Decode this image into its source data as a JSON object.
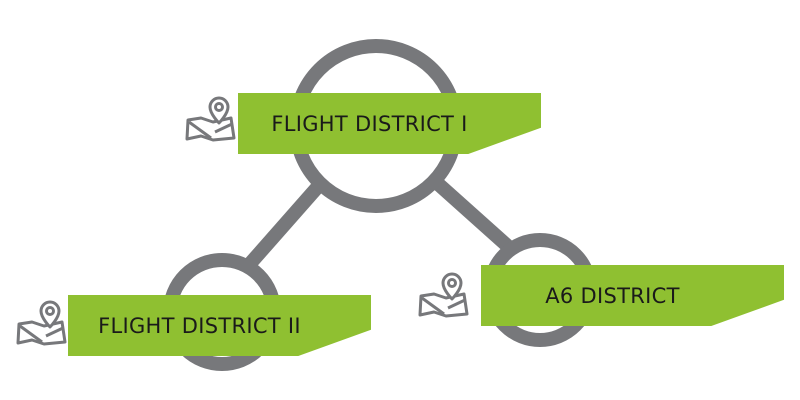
{
  "nodes": [
    {
      "label": "FLIGHT DISTRICT I",
      "icon": "map-pin-icon"
    },
    {
      "label": "FLIGHT DISTRICT II",
      "icon": "map-pin-icon"
    },
    {
      "label": "A6 DISTRICT",
      "icon": "map-pin-icon"
    }
  ],
  "colors": {
    "accent": "#8fc031",
    "line": "#77787b"
  }
}
